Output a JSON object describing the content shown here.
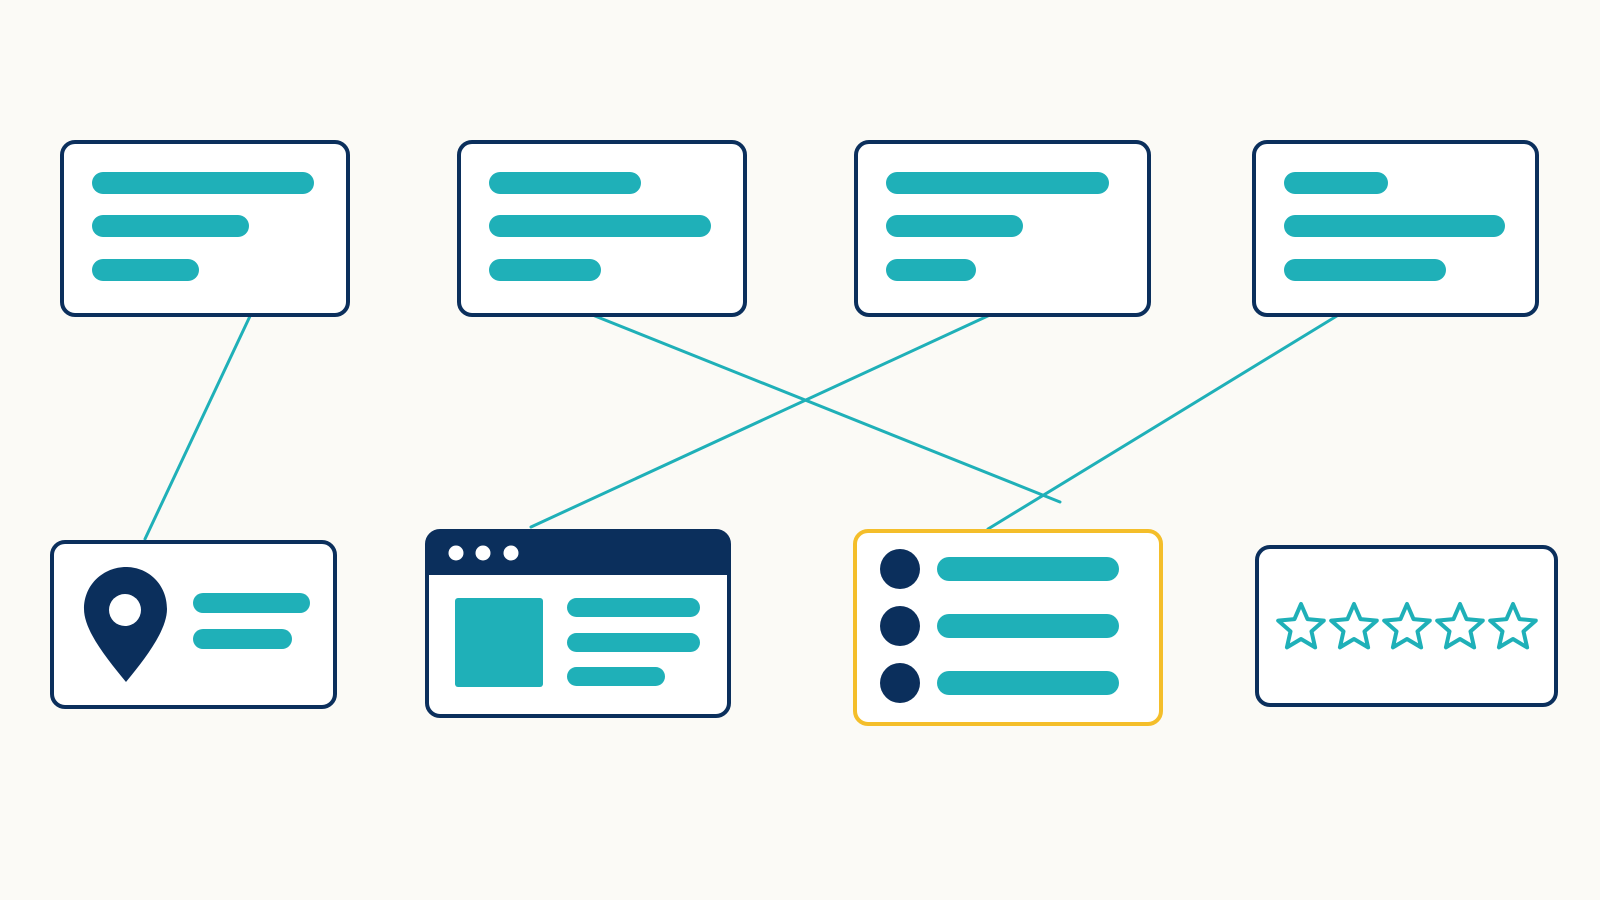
{
  "colors": {
    "background": "#fbfaf6",
    "navy": "#0b2f5c",
    "teal": "#1fb0b8",
    "highlight": "#f4be2a",
    "card_fill": "#ffffff"
  },
  "top_cards": [
    {
      "name": "text-card-1",
      "line_count": 3
    },
    {
      "name": "text-card-2",
      "line_count": 3
    },
    {
      "name": "text-card-3",
      "line_count": 3
    },
    {
      "name": "text-card-4",
      "line_count": 3
    }
  ],
  "bottom_cards": [
    {
      "name": "location-card",
      "icon": "map-pin-icon"
    },
    {
      "name": "browser-window-card",
      "icon": "browser-window-icon"
    },
    {
      "name": "bullet-list-card",
      "icon": "bullet-list-icon",
      "highlighted": true
    },
    {
      "name": "rating-card",
      "icon": "star-icon",
      "rating": {
        "value": 0,
        "max": 5
      }
    }
  ],
  "connections": [
    {
      "from": "text-card-1",
      "to": "location-card"
    },
    {
      "from": "text-card-2",
      "to": "bullet-list-card"
    },
    {
      "from": "text-card-3",
      "to": "browser-window-card"
    },
    {
      "from": "text-card-4",
      "to": "bullet-list-card"
    }
  ]
}
